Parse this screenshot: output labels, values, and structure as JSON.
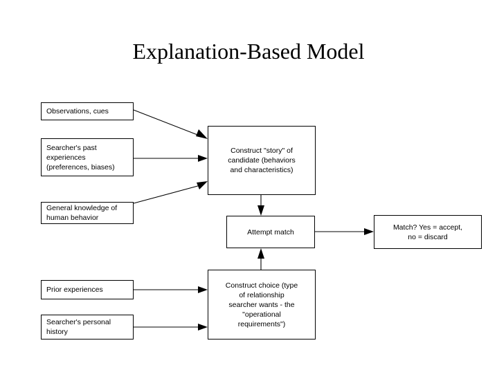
{
  "slide": {
    "title": "Explanation-Based Model",
    "background_color": "#ffffff",
    "line_color": "#000000",
    "text_color": "#000000"
  },
  "nodes": {
    "observations": {
      "label": "Observations, cues"
    },
    "past_experiences": {
      "label": "Searcher's past\nexperiences\n(preferences, biases)"
    },
    "general_knowledge": {
      "label": "General knowledge of\nhuman behavior"
    },
    "prior_experiences": {
      "label": "Prior experiences"
    },
    "personal_history": {
      "label": "Searcher's personal\nhistory"
    },
    "construct_story": {
      "label": "Construct \"story\" of\ncandidate (behaviors\nand characteristics)"
    },
    "attempt_match": {
      "label": "Attempt match"
    },
    "construct_choice": {
      "label": "Construct choice (type\nof relationship\nsearcher wants - the\n\"operational\nrequirements\")"
    },
    "match_result": {
      "label": "Match?  Yes  = accept,\nno = discard"
    }
  },
  "edges": [
    {
      "from": "observations",
      "to": "construct_story",
      "style": "diagonal-down",
      "arrow": "end"
    },
    {
      "from": "past_experiences",
      "to": "construct_story",
      "style": "horizontal",
      "arrow": "end"
    },
    {
      "from": "general_knowledge",
      "to": "construct_story",
      "style": "diagonal-up",
      "arrow": "end"
    },
    {
      "from": "construct_story",
      "to": "attempt_match",
      "style": "vertical-down",
      "arrow": "end"
    },
    {
      "from": "construct_choice",
      "to": "attempt_match",
      "style": "vertical-up",
      "arrow": "end"
    },
    {
      "from": "attempt_match",
      "to": "match_result",
      "style": "horizontal",
      "arrow": "end"
    },
    {
      "from": "prior_experiences",
      "to": "construct_choice",
      "style": "horizontal",
      "arrow": "end"
    },
    {
      "from": "personal_history",
      "to": "construct_choice",
      "style": "horizontal",
      "arrow": "end"
    }
  ]
}
